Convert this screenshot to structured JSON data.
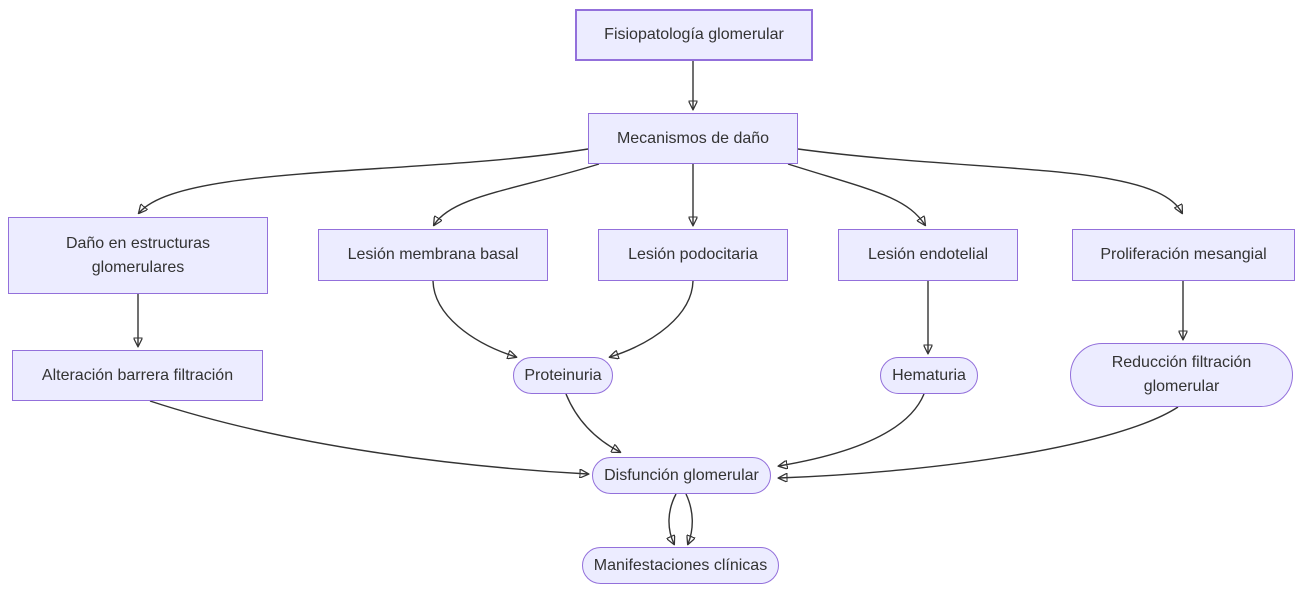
{
  "diagram": {
    "type": "flowchart",
    "direction": "top-down",
    "title": "Fisiopatología glomerular",
    "colors": {
      "node_fill": "#ECECFF",
      "node_border": "#9370DB",
      "edge_line": "#333333",
      "text": "#333333",
      "background": "#FFFFFF"
    },
    "nodes": {
      "root": {
        "label": "Fisiopatología glomerular",
        "shape": "rect"
      },
      "mecanismos": {
        "label": "Mecanismos de daño",
        "shape": "rect"
      },
      "dano": {
        "label": "Daño en estructuras glomerulares",
        "shape": "rect"
      },
      "membrana": {
        "label": "Lesión membrana basal",
        "shape": "rect"
      },
      "podocitaria": {
        "label": "Lesión podocitaria",
        "shape": "rect"
      },
      "endotelial": {
        "label": "Lesión endotelial",
        "shape": "rect"
      },
      "mesangial": {
        "label": "Proliferación mesangial",
        "shape": "rect"
      },
      "alteracion": {
        "label": "Alteración barrera filtración",
        "shape": "rect"
      },
      "proteinuria": {
        "label": "Proteinuria",
        "shape": "stadium"
      },
      "hematuria": {
        "label": "Hematuria",
        "shape": "stadium"
      },
      "reduccion": {
        "label": "Reducción filtración glomerular",
        "shape": "stadium"
      },
      "disfuncion": {
        "label": "Disfunción glomerular",
        "shape": "stadium"
      },
      "manifestaciones": {
        "label": "Manifestaciones clínicas",
        "shape": "stadium"
      }
    },
    "edges": [
      {
        "from": "root",
        "to": "mecanismos"
      },
      {
        "from": "mecanismos",
        "to": "dano"
      },
      {
        "from": "mecanismos",
        "to": "membrana"
      },
      {
        "from": "mecanismos",
        "to": "podocitaria"
      },
      {
        "from": "mecanismos",
        "to": "endotelial"
      },
      {
        "from": "mecanismos",
        "to": "mesangial"
      },
      {
        "from": "dano",
        "to": "alteracion"
      },
      {
        "from": "membrana",
        "to": "proteinuria"
      },
      {
        "from": "podocitaria",
        "to": "proteinuria"
      },
      {
        "from": "endotelial",
        "to": "hematuria"
      },
      {
        "from": "mesangial",
        "to": "reduccion"
      },
      {
        "from": "alteracion",
        "to": "disfuncion"
      },
      {
        "from": "proteinuria",
        "to": "disfuncion"
      },
      {
        "from": "hematuria",
        "to": "disfuncion"
      },
      {
        "from": "reduccion",
        "to": "disfuncion"
      },
      {
        "from": "disfuncion",
        "to": "manifestaciones"
      },
      {
        "from": "disfuncion",
        "to": "manifestaciones"
      }
    ]
  }
}
